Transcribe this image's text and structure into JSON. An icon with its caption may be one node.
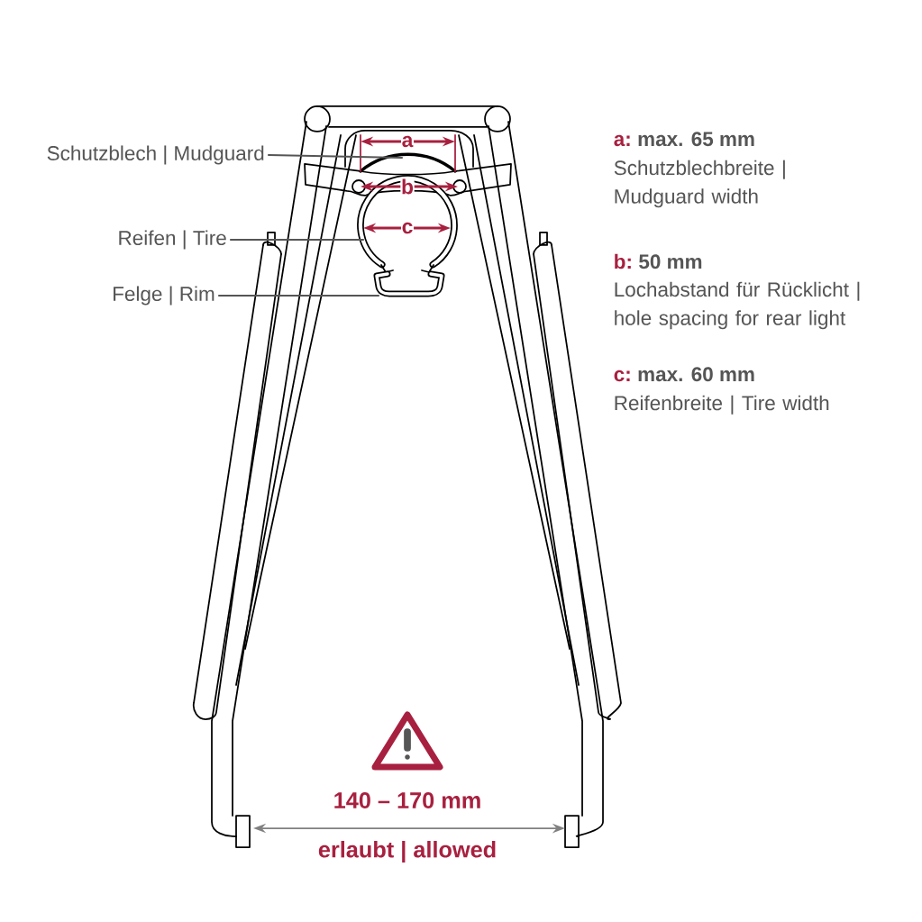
{
  "diagram": {
    "nodes": [
      {
        "text": [
          "Schutzblech | Mudguard"
        ]
      },
      {
        "text": [
          "Reifen | Tire"
        ]
      },
      {
        "text": [
          "Felge | Rim"
        ]
      }
    ],
    "edges": [
      {
        "from": 0,
        "to": null,
        "arrow": "none"
      },
      {
        "from": 1,
        "to": null,
        "arrow": "none"
      },
      {
        "from": 2,
        "to": null,
        "arrow": "none"
      }
    ],
    "labels": [
      "a",
      "b",
      "c",
      "a:",
      "max. 65 mm",
      "Schutzblechbreite | Mudguard width",
      "b:",
      "50 mm",
      "Lochabstand für Rücklicht | hole spacing for rear light",
      "c:",
      "max. 60 mm",
      "Reifenbreite | Tire width",
      "140 – 170 mm",
      "erlaubt | allowed"
    ]
  }
}
